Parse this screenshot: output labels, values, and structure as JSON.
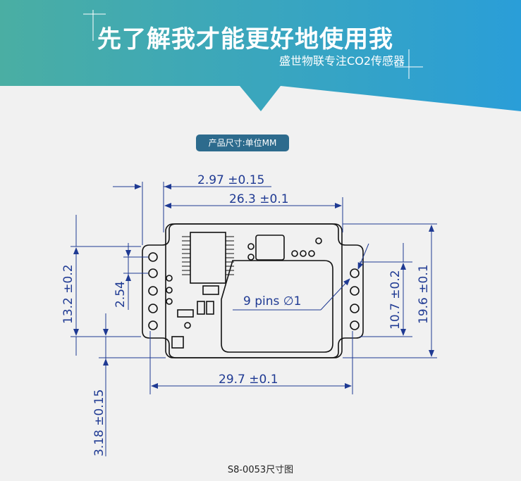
{
  "header": {
    "title": "先了解我才能更好地使用我",
    "subtitle": "盛世物联专注CO2传感器"
  },
  "section_label": "产品尺寸:单位MM",
  "dimensions": {
    "pitch_offset": "2.97 ±0.15",
    "hole_span": "26.3 ±0.1",
    "left_height": "13.2 ±0.2",
    "pin_pitch": "2.54",
    "pins": "9 pins ∅1",
    "inner_height": "10.7 ±0.2",
    "total_height": "19.6 ±0.1",
    "total_width": "29.7 ±0.1",
    "bottom_offset": "3.18 ±0.15"
  },
  "caption": "S8-0053尺寸图",
  "colors": {
    "banner_left": "#4aaea3",
    "banner_right": "#2a9ed8",
    "dimension_blue": "#1f3a93",
    "badge": "#2d6b8d"
  }
}
